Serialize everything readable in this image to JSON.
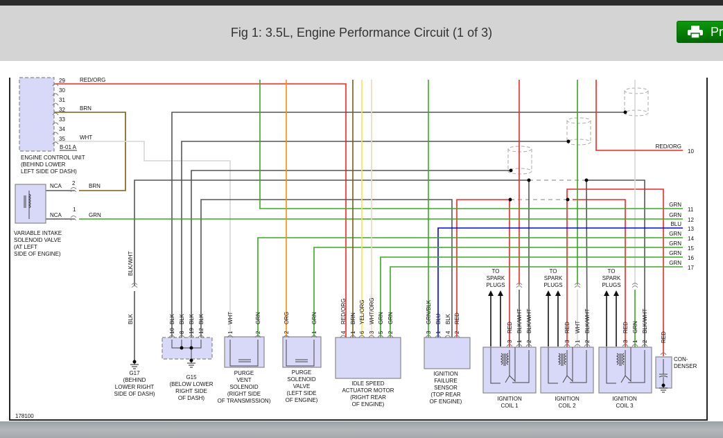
{
  "header": {
    "title": "Fig 1: 3.5L, Engine Performance Circuit (1 of 3)",
    "print_label": "Print",
    "print_icon": "printer-icon"
  },
  "colors": {
    "header_bg": "#d4d4d4",
    "print_button": "#0b8a0b",
    "component_fill": "#d8d8f8",
    "wire_red": "#ff2020",
    "wire_green": "#3aa822",
    "wire_blue": "#0000ff",
    "wire_black": "#555555"
  },
  "diagram": {
    "figure_id": "178100",
    "ecu": {
      "pins": [
        "29",
        "30",
        "31",
        "32",
        "33",
        "34",
        "35"
      ],
      "wires": [
        "RED/ORG",
        "BRN",
        "WHT"
      ],
      "connector": "B-01 A",
      "name": [
        "ENGINE CONTROL UNIT",
        "(BEHIND LOWER",
        "LEFT SIDE OF DASH)"
      ]
    },
    "vis_valve": {
      "terminals": [
        "NCA",
        "NCA"
      ],
      "pins": [
        "2",
        "1"
      ],
      "wires": [
        "BRN",
        "GRN"
      ],
      "name": [
        "VARIABLE INTAKE",
        "SOLENOID VALVE",
        "(AT LEFT",
        "SIDE OF ENGINE)"
      ]
    },
    "components": {
      "g17": {
        "name": [
          "G17",
          "(BEHIND",
          "LOWER RIGHT",
          "SIDE OF DASH)"
        ],
        "pins": [],
        "wires": [
          "BLK/WHT",
          "BLK"
        ]
      },
      "g15": {
        "name": [
          "G15",
          "(BELOW LOWER",
          "RIGHT SIDE",
          "OF DASH)"
        ],
        "pins": [
          "10",
          "8",
          "19",
          "12"
        ],
        "wires": [
          "BLK",
          "BLK",
          "BLK",
          "BLK"
        ]
      },
      "purge_vent": {
        "name": [
          "PURGE",
          "VENT",
          "SOLENOID",
          "(RIGHT SIDE",
          "OF TRANSMISSION)"
        ],
        "pins": [
          "1",
          "2"
        ],
        "wires": [
          "WHT",
          "GRN"
        ]
      },
      "purge_solenoid": {
        "name": [
          "PURGE",
          "SOLENOID",
          "VALVE",
          "(LEFT SIDE",
          "OF ENGINE)"
        ],
        "pins": [
          "2",
          "1"
        ],
        "wires": [
          "ORG",
          "GRN"
        ]
      },
      "idle_motor": {
        "name": [
          "IDLE SPEED",
          "ACTUATOR MOTOR",
          "(RIGHT REAR",
          "OF ENGINE)"
        ],
        "pins": [
          "4",
          "1",
          "6",
          "3",
          "5",
          "2"
        ],
        "wires": [
          "RED/ORG",
          "BRN",
          "YEL/ORG",
          "WHT/ORG",
          "GRN",
          "GRN"
        ]
      },
      "ign_sensor": {
        "name": [
          "IGNITION",
          "FAILURE",
          "SENSOR",
          "(TOP REAR",
          "OF ENGINE)"
        ],
        "pins": [
          "3",
          "1",
          "4",
          "2"
        ],
        "wires": [
          "GRN/BLK",
          "BLU",
          "BLK",
          "RED"
        ]
      },
      "coil1": {
        "name": [
          "IGNITION",
          "COIL 1"
        ],
        "pins": [
          "3",
          "1",
          "2"
        ],
        "wires": [
          "RED",
          "BLK/WHT",
          "BLK/WHT"
        ]
      },
      "coil2": {
        "name": [
          "IGNITION",
          "COIL 2"
        ],
        "pins": [
          "3",
          "1",
          "2"
        ],
        "wires": [
          "RED",
          "WHT",
          "BLK/WHT"
        ]
      },
      "coil3": {
        "name": [
          "IGNITION",
          "COIL 3"
        ],
        "pins": [
          "3",
          "1",
          "2"
        ],
        "wires": [
          "RED",
          "GRN",
          "BLK/WHT"
        ]
      },
      "condenser": {
        "name": [
          "CON-",
          "DENSER"
        ],
        "pins": [],
        "wires": [
          "RED"
        ]
      }
    },
    "spark_label": [
      "TO",
      "SPARK",
      "PLUGS"
    ],
    "outputs": [
      {
        "wire": "RED/ORG",
        "num": "10"
      },
      {
        "wire": "GRN",
        "num": "11"
      },
      {
        "wire": "GRN",
        "num": "12"
      },
      {
        "wire": "BLU",
        "num": "13"
      },
      {
        "wire": "GRN",
        "num": "14"
      },
      {
        "wire": "GRN",
        "num": "15"
      },
      {
        "wire": "GRN",
        "num": "16"
      },
      {
        "wire": "GRN",
        "num": "17"
      }
    ]
  }
}
